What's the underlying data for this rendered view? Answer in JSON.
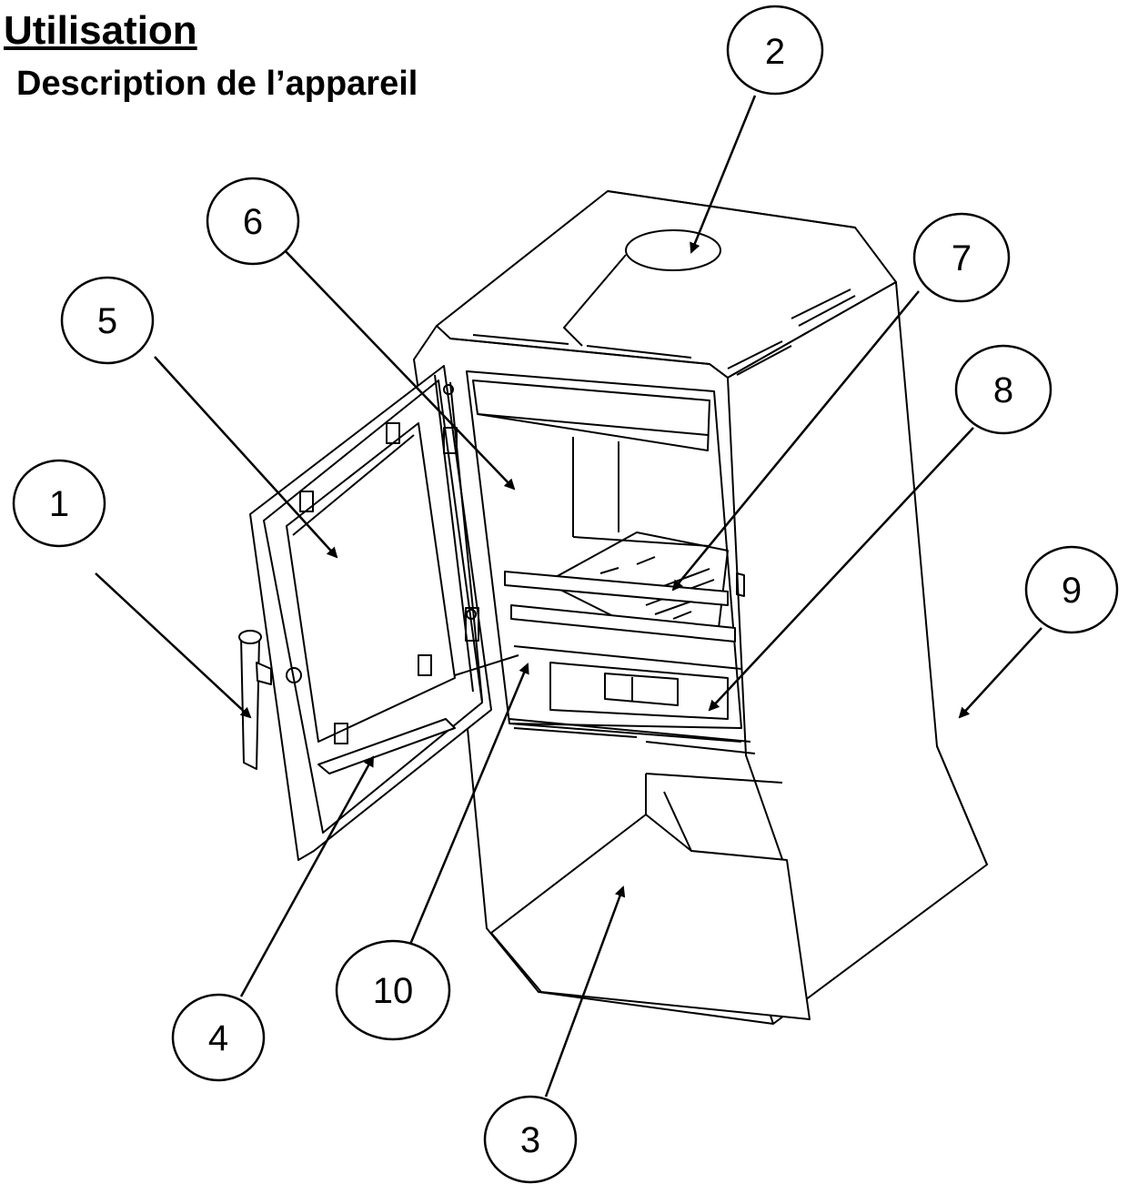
{
  "header": {
    "title": "Utilisation",
    "subtitle": "Description de l’appareil"
  },
  "colors": {
    "stroke": "#000000",
    "callout_fill": "#ffffff",
    "body_fill": "#ffffff"
  },
  "callouts": [
    {
      "label": "1"
    },
    {
      "label": "2"
    },
    {
      "label": "3"
    },
    {
      "label": "4"
    },
    {
      "label": "5"
    },
    {
      "label": "6"
    },
    {
      "label": "7"
    },
    {
      "label": "8"
    },
    {
      "label": "9"
    },
    {
      "label": "10"
    }
  ]
}
